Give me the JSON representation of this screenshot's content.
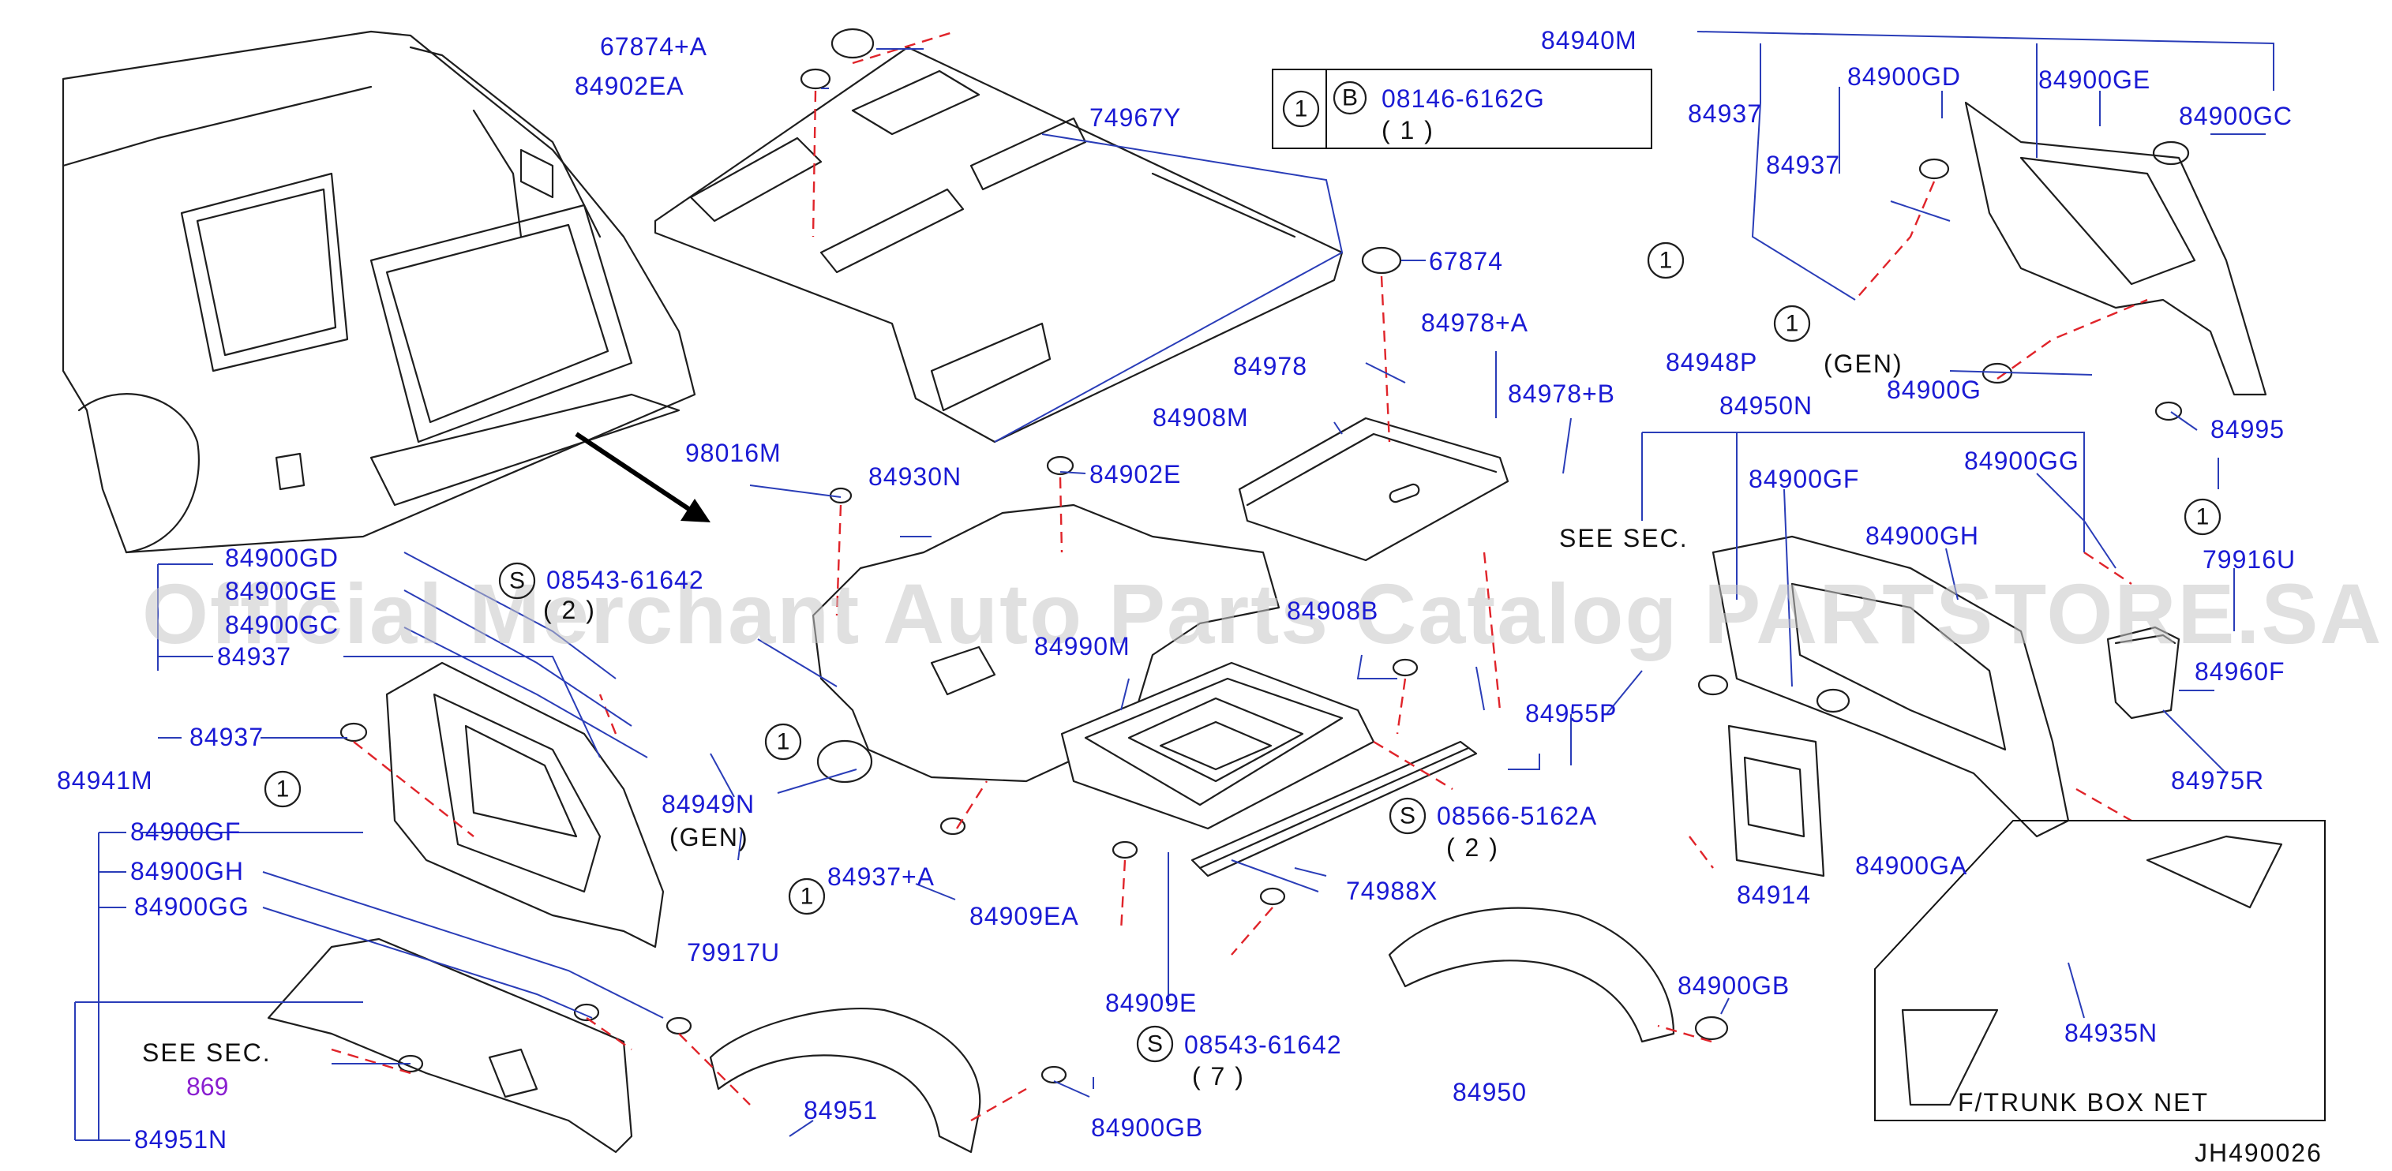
{
  "diagram_code": "JH490026",
  "watermark": "Official Merchant Auto Parts Catalog PARTSTORE.SA",
  "legend_box": {
    "circle": "1",
    "letter": "B",
    "part": "08146-6162G",
    "qty": "( 1 )"
  },
  "callouts": {
    "c1": "1",
    "c2": "1",
    "c3": "1",
    "c4": "1",
    "c5": "1",
    "c6": "1",
    "c7": "1",
    "s1": "S",
    "s2": "S",
    "s3": "S"
  },
  "labels": {
    "p67874A": "67874+A",
    "p84902EA": "84902EA",
    "p74967Y": "74967Y",
    "p84940M": "84940M",
    "p84937_r1": "84937",
    "p84900GD_r": "84900GD",
    "p84900GE_r": "84900GE",
    "p84900GC_r": "84900GC",
    "p84937_r2": "84937",
    "p67874": "67874",
    "p84978A": "84978+A",
    "p84978": "84978",
    "p84978B": "84978+B",
    "p84908M": "84908M",
    "p84948P": "84948P",
    "gen_r": "(GEN)",
    "p84900G": "84900G",
    "p84995": "84995",
    "p84950N": "84950N",
    "p84900GG_r": "84900GG",
    "p84900GF_r": "84900GF",
    "p84900GH_r": "84900GH",
    "see_sec_r": "SEE   SEC.",
    "p79916U": "79916U",
    "p98016M": "98016M",
    "p84930N": "84930N",
    "p84902E": "84902E",
    "p84900GD_l": "84900GD",
    "p84900GE_l": "84900GE",
    "p84900GC_l": "84900GC",
    "p84937_l1": "84937",
    "p84937_l2": "84937",
    "p84941M": "84941M",
    "s_part1": "08543-61642",
    "s_qty1": "( 2 )",
    "p84990M": "84990M",
    "p84908B": "84908B",
    "p84955P": "84955P",
    "p84960F": "84960F",
    "p84975R": "84975R",
    "p84949N": "84949N",
    "gen_l": "(GEN)",
    "p84937A": "84937+A",
    "p84909EA": "84909EA",
    "s_part2": "08566-5162A",
    "s_qty2": "( 2 )",
    "p74988X": "74988X",
    "p84914": "84914",
    "p84900GA": "84900GA",
    "p84900GF_l": "84900GF",
    "p84900GH_l": "84900GH",
    "p84900GG_l": "84900GG",
    "p79917U": "79917U",
    "p84909E": "84909E",
    "s_part3": "08543-61642",
    "s_qty3": "( 7 )",
    "p84900GB_r": "84900GB",
    "p84950": "84950",
    "p84935N": "84935N",
    "see_sec_l": "SEE   SEC.",
    "sec_869": "869",
    "p84951": "84951",
    "p84900GB_l": "84900GB",
    "p84951N": "84951N",
    "trunk_net": "F/TRUNK   BOX   NET"
  },
  "colors": {
    "label": "#1a1ad4",
    "leader": "#2a3db8",
    "dashed_guide": "#e0242a",
    "section_ref": "#8a1fd0",
    "line_art": "#1e1e1e"
  }
}
